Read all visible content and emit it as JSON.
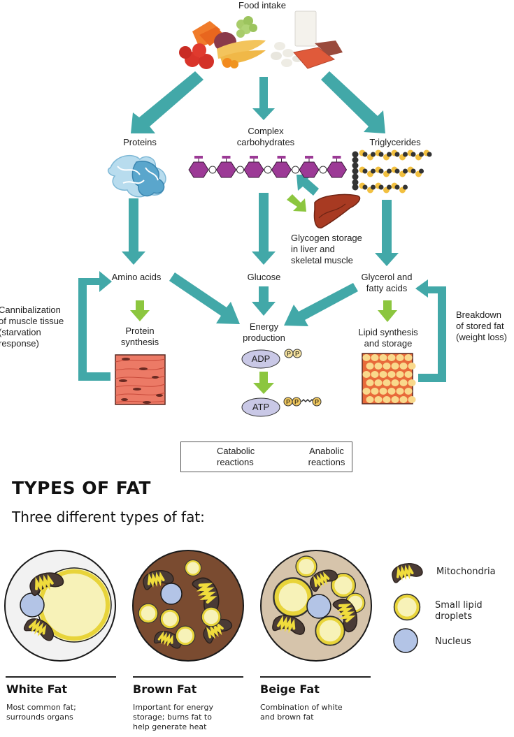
{
  "colors": {
    "catabolic": "#42a8a8",
    "anabolic": "#8cc63f",
    "white_fat_bg": "#f2f2f2",
    "brown_fat_bg": "#7a4b30",
    "beige_fat_bg": "#d6c4ab",
    "lipid": "#f7f2b8",
    "lipid_rim": "#e8d43a",
    "mitochondria": "#4a3b36",
    "nucleus": "#b3c4e6"
  },
  "metabolism": {
    "food_intake": "Food intake",
    "proteins": "Proteins",
    "complex_carbs": "Complex\ncarbohydrates",
    "triglycerides": "Triglycerides",
    "glycogen": "Glycogen storage\nin liver and\nskeletal muscle",
    "amino_acids": "Amino acids",
    "glucose": "Glucose",
    "glycerol": "Glycerol and\nfatty acids",
    "cannibalization": "Cannibalization\nof muscle tissue\n(starvation\nresponse)",
    "protein_synthesis": "Protein\nsynthesis",
    "energy_production": "Energy\nproduction",
    "lipid_synthesis": "Lipid synthesis\nand storage",
    "breakdown": "Breakdown\nof stored fat\n(weight loss)",
    "adp": "ADP",
    "atp": "ATP",
    "phosphate": "P"
  },
  "legend": {
    "catabolic": "Catabolic\nreactions",
    "anabolic": "Anabolic\nreactions"
  },
  "types_of_fat": {
    "title": "TYPES OF FAT",
    "subtitle": "Three different types of fat:",
    "types": [
      {
        "name": "White Fat",
        "description": "Most common fat;\nsurrounds organs"
      },
      {
        "name": "Brown Fat",
        "description": "Important for energy\nstorage; burns fat to\nhelp generate heat"
      },
      {
        "name": "Beige Fat",
        "description": "Combination of white\nand brown fat"
      }
    ],
    "key": {
      "mitochondria": "Mitochondria",
      "lipid": "Small lipid\ndroplets",
      "nucleus": "Nucleus"
    }
  }
}
